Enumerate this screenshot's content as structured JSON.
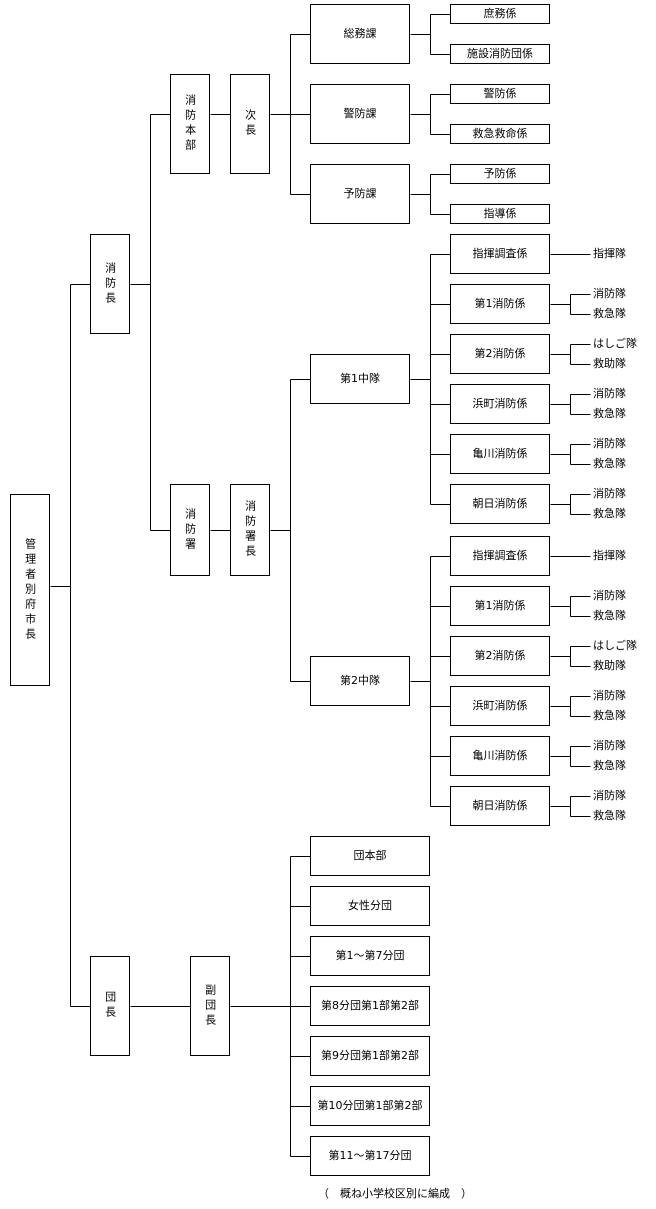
{
  "top": {
    "label": "管理者\n\n別府市長"
  },
  "fire_chief": "消防長",
  "hq": {
    "label": "消防本部",
    "deputy": "次長",
    "sections": [
      {
        "name": "総務課",
        "units": [
          "庶務係",
          "施設消防団係"
        ]
      },
      {
        "name": "警防課",
        "units": [
          "警防係",
          "救急救命係"
        ]
      },
      {
        "name": "予防課",
        "units": [
          "予防係",
          "指導係"
        ]
      }
    ]
  },
  "station": {
    "label": "消防署",
    "chief": "消防署長",
    "companies": [
      {
        "name": "第1中隊",
        "units": [
          {
            "name": "指揮調査係",
            "teams": [
              "指揮隊"
            ]
          },
          {
            "name": "第1消防係",
            "teams": [
              "消防隊",
              "救急隊"
            ]
          },
          {
            "name": "第2消防係",
            "teams": [
              "はしご隊",
              "救助隊"
            ]
          },
          {
            "name": "浜町消防係",
            "teams": [
              "消防隊",
              "救急隊"
            ]
          },
          {
            "name": "亀川消防係",
            "teams": [
              "消防隊",
              "救急隊"
            ]
          },
          {
            "name": "朝日消防係",
            "teams": [
              "消防隊",
              "救急隊"
            ]
          }
        ]
      },
      {
        "name": "第2中隊",
        "units": [
          {
            "name": "指揮調査係",
            "teams": [
              "指揮隊"
            ]
          },
          {
            "name": "第1消防係",
            "teams": [
              "消防隊",
              "救急隊"
            ]
          },
          {
            "name": "第2消防係",
            "teams": [
              "はしご隊",
              "救助隊"
            ]
          },
          {
            "name": "浜町消防係",
            "teams": [
              "消防隊",
              "救急隊"
            ]
          },
          {
            "name": "亀川消防係",
            "teams": [
              "消防隊",
              "救急隊"
            ]
          },
          {
            "name": "朝日消防係",
            "teams": [
              "消防隊",
              "救急隊"
            ]
          }
        ]
      }
    ]
  },
  "brigade": {
    "chief": "団長",
    "vice": "副団長",
    "units": [
      "団本部",
      "女性分団",
      "第1～第7分団",
      "第8分団第1部第2部",
      "第9分団第1部第2部",
      "第10分団第1部第2部",
      "第11～第17分団"
    ],
    "note": "（　概ね小学校区別に編成　）"
  }
}
